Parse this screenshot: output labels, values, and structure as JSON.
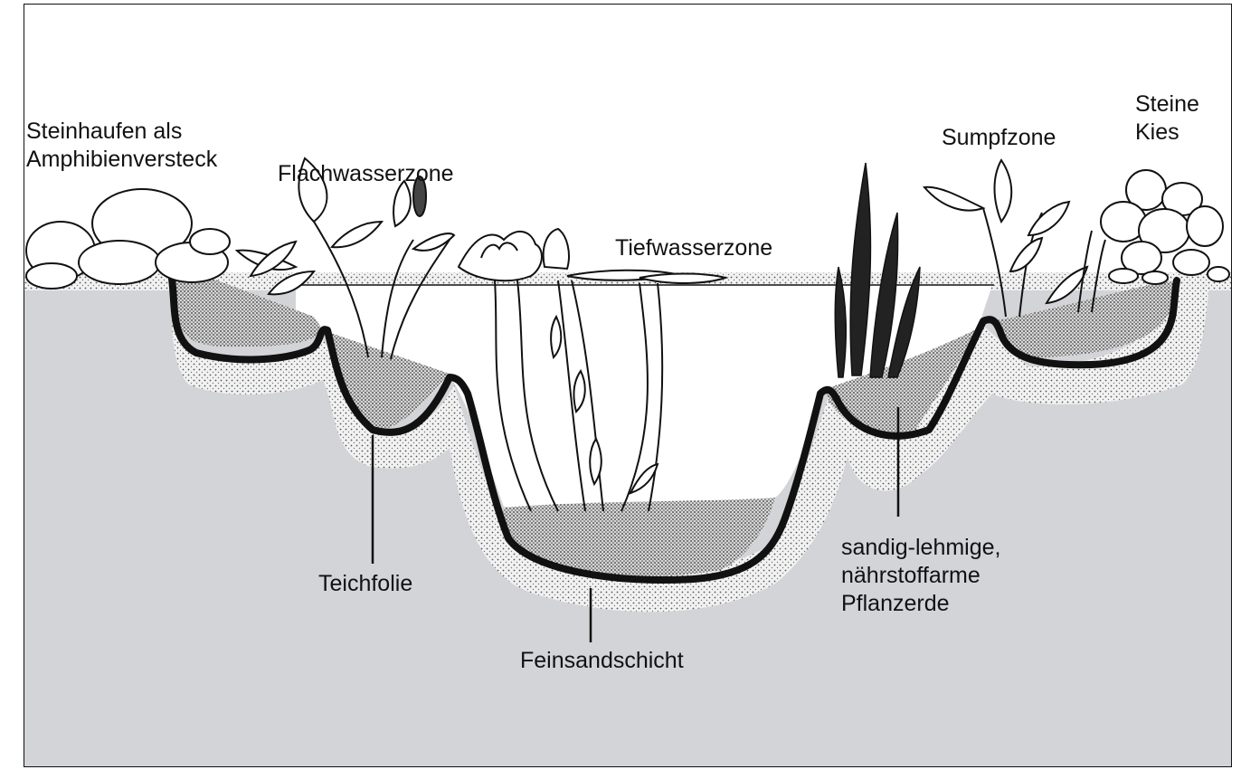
{
  "labels": {
    "stone_pile": [
      "Steinhaufen als",
      "Amphibienversteck"
    ],
    "shallow_zone": "Flachwasserzone",
    "deep_zone": "Tiefwasserzone",
    "marsh_zone": "Sumpfzone",
    "stones_gravel": [
      "Steine",
      "Kies"
    ],
    "pond_liner": "Teichfolie",
    "fine_sand": "Feinsandschicht",
    "plant_soil": [
      "sandig-lehmige,",
      "nährstoffarme",
      "Pflanzerde"
    ]
  },
  "colors": {
    "ground": "#d3d4d8",
    "sand_layer": "#eeeeee",
    "soil": "#c9c9c9",
    "liner": "#111111",
    "water": "#ffffff"
  }
}
